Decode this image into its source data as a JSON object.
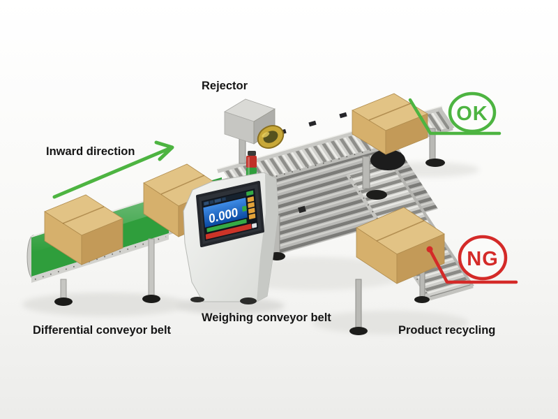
{
  "labels": {
    "rejector": "Rejector",
    "inward_direction": "Inward direction",
    "differential_conveyor": "Differential conveyor belt",
    "weighing_conveyor": "Weighing conveyor belt",
    "product_recycling": "Product recycling"
  },
  "badges": {
    "ok": "OK",
    "ng": "NG"
  },
  "screen": {
    "weight": "0.000"
  },
  "colors": {
    "ok_green": "#4db441",
    "ng_red": "#d42a28",
    "arrow_green": "#4db441",
    "belt_green": "#2f9e3c",
    "carton_tan": "#dcba79",
    "screen_blue": "#1563c8",
    "status_green_bar": "#35aa45",
    "status_red_bar": "#cc3428",
    "amber_button": "#e3a33a"
  }
}
